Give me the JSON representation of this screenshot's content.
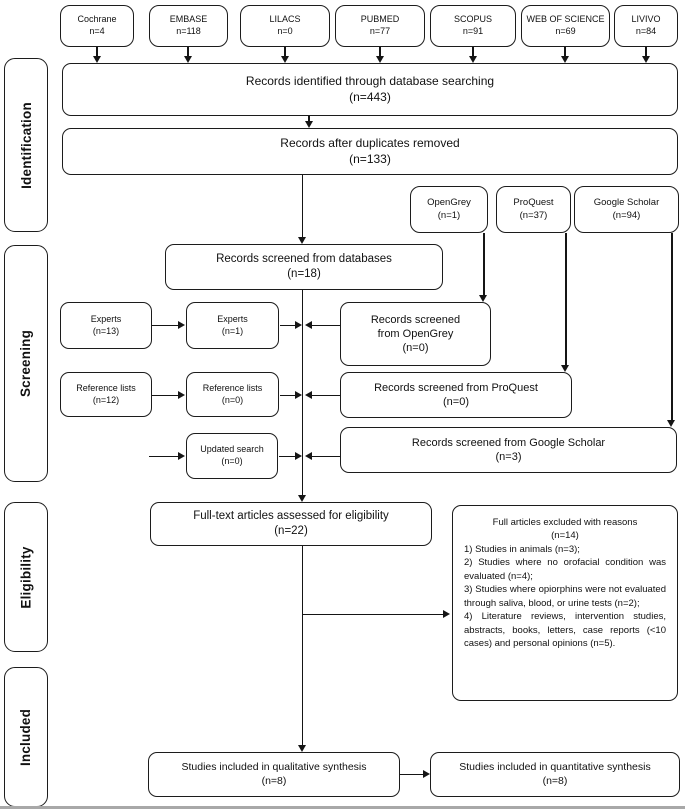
{
  "stages": [
    {
      "label": "Identification"
    },
    {
      "label": "Screening"
    },
    {
      "label": "Eligibility"
    },
    {
      "label": "Included"
    }
  ],
  "sources": [
    {
      "name": "Cochrane",
      "count": "n=4"
    },
    {
      "name": "EMBASE",
      "count": "n=118"
    },
    {
      "name": "LILACS",
      "count": "n=0"
    },
    {
      "name": "PUBMED",
      "count": "n=77"
    },
    {
      "name": "SCOPUS",
      "count": "n=91"
    },
    {
      "name": "WEB OF SCIENCE",
      "count": "n=69"
    },
    {
      "name": "LIVIVO",
      "count": "n=84"
    }
  ],
  "grey_sources": [
    {
      "name": "OpenGrey",
      "count": "(n=1)"
    },
    {
      "name": "ProQuest",
      "count": "(n=37)"
    },
    {
      "name": "Google Scholar",
      "count": "(n=94)"
    }
  ],
  "boxes": {
    "identified": {
      "line1": "Records identified through database searching",
      "line2": "(n=443)"
    },
    "deduplicated": {
      "line1": "Records after duplicates removed",
      "line2": "(n=133)"
    },
    "screened_db": {
      "line1": "Records screened from databases",
      "line2": "(n=18)"
    },
    "experts_a": {
      "line1": "Experts",
      "line2": "(n=13)"
    },
    "experts_b": {
      "line1": "Experts",
      "line2": "(n=1)"
    },
    "screened_opengrey": {
      "line1": "Records screened",
      "line2": "from OpenGrey",
      "line3": "(n=0)"
    },
    "reflists_a": {
      "line1": "Reference lists",
      "line2": "(n=12)"
    },
    "reflists_b": {
      "line1": "Reference lists",
      "line2": "(n=0)"
    },
    "screened_proquest": {
      "line1": "Records screened from ProQuest",
      "line2": "(n=0)"
    },
    "updated_search": {
      "line1": "Updated search",
      "line2": "(n=0)"
    },
    "screened_gscholar": {
      "line1": "Records screened from Google Scholar",
      "line2": "(n=3)"
    },
    "fulltext": {
      "line1": "Full-text articles assessed for eligibility",
      "line2": "(n=22)"
    },
    "excluded": {
      "title": "Full articles excluded with reasons",
      "count": "(n=14)",
      "reasons": [
        "1) Studies in animals (n=3);",
        "2) Studies where no orofacial condition was evaluated (n=4);",
        "3) Studies where opiorphins were not evaluated through saliva, blood, or urine tests (n=2);",
        "4) Literature reviews, intervention studies, abstracts, books, letters, case reports (<10 cases) and personal opinions (n=5)."
      ]
    },
    "qualitative": {
      "line1": "Studies included in qualitative synthesis",
      "line2": "(n=8)"
    },
    "quantitative": {
      "line1": "Studies included in quantitative synthesis",
      "line2": "(n=8)"
    }
  }
}
